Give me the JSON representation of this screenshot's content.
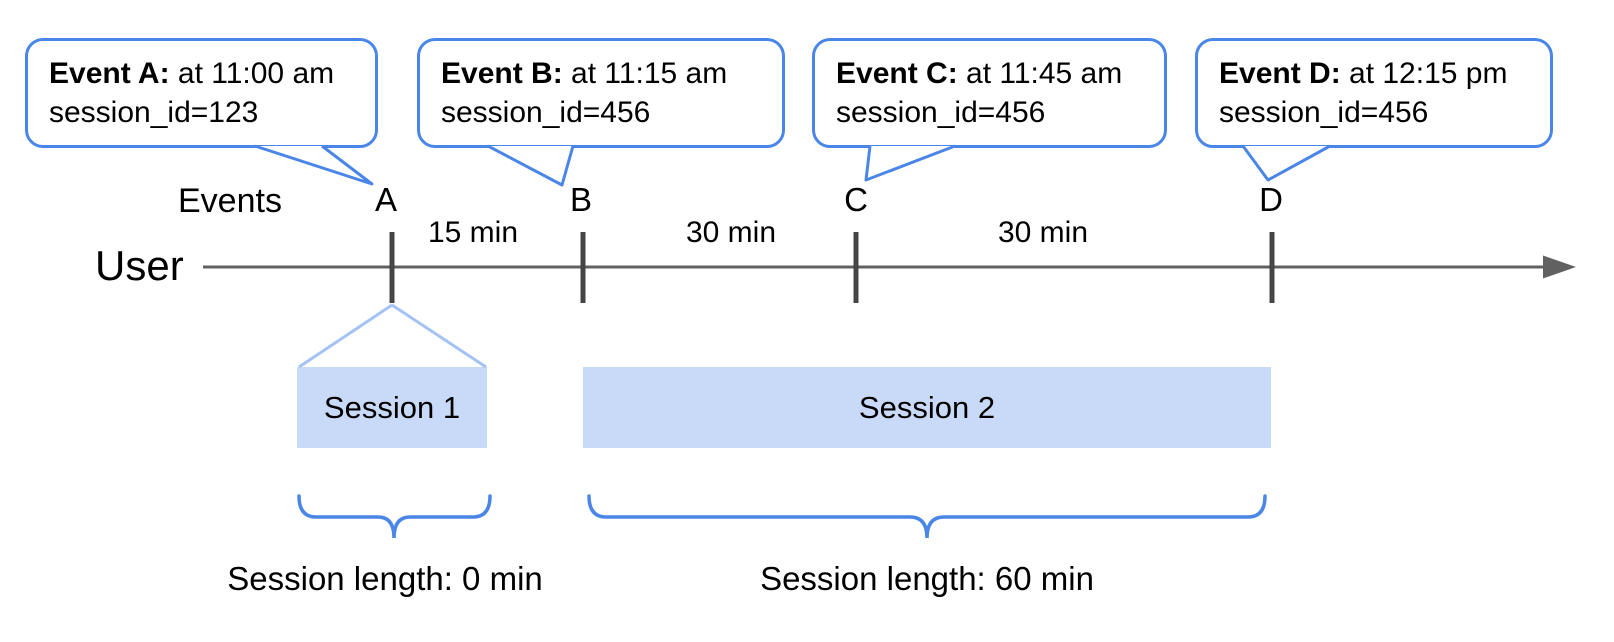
{
  "diagram": {
    "colors": {
      "callout_border": "#4a86e8",
      "brace_stroke": "#4a86e8",
      "funnel_stroke": "#a4c2f4",
      "session_fill": "#c9daf8",
      "timeline_stroke": "#616161",
      "tick_stroke": "#454545",
      "text": "#000000"
    },
    "callouts": [
      {
        "title": "Event A:",
        "time": " at 11:00 am",
        "session": "session_id=123"
      },
      {
        "title": "Event B:",
        "time": " at 11:15 am",
        "session": "session_id=456"
      },
      {
        "title": "Event C:",
        "time": " at 11:45 am",
        "session": "session_id=456"
      },
      {
        "title": "Event D:",
        "time": " at 12:15 pm",
        "session": "session_id=456"
      }
    ],
    "axis": {
      "events_label": "Events",
      "user_label": "User",
      "event_markers": [
        "A",
        "B",
        "C",
        "D"
      ],
      "intervals": [
        "15 min",
        "30 min",
        "30 min"
      ]
    },
    "sessions": [
      {
        "label": "Session 1",
        "length_label": "Session length: 0 min"
      },
      {
        "label": "Session 2",
        "length_label": "Session length: 60 min"
      }
    ]
  }
}
